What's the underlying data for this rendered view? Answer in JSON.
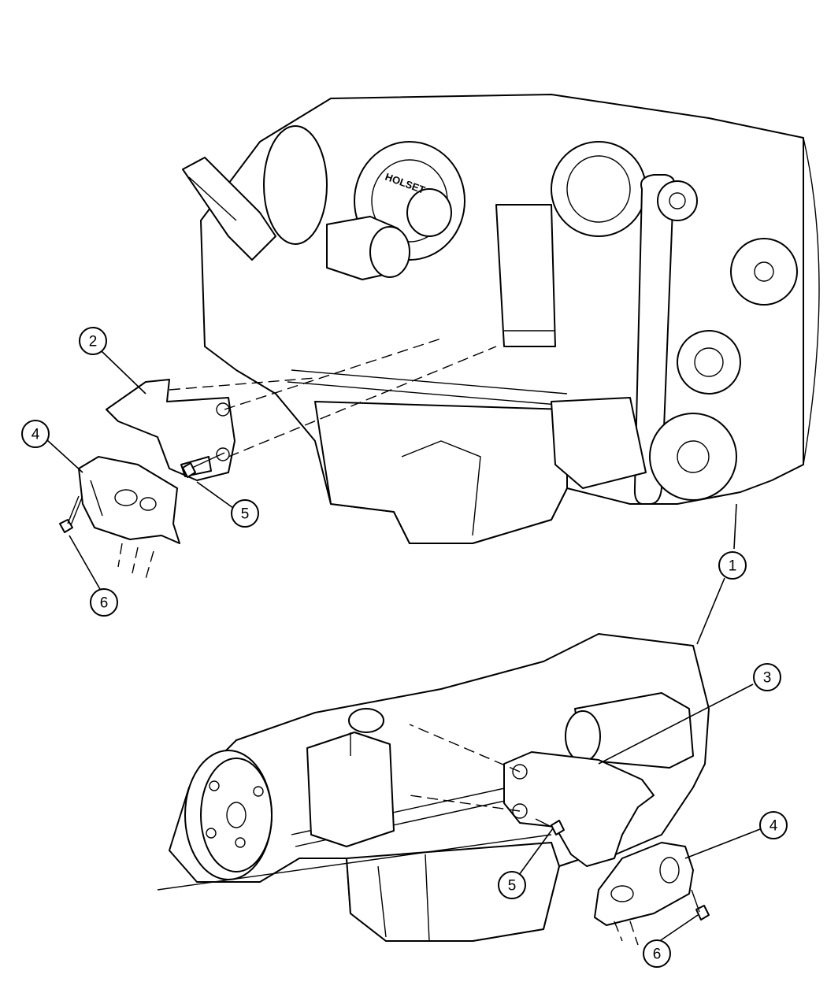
{
  "diagram": {
    "brand_text": "HOLSET",
    "callouts": [
      {
        "id": "callout-2-upper",
        "label": "2"
      },
      {
        "id": "callout-4-upper",
        "label": "4"
      },
      {
        "id": "callout-5-upper",
        "label": "5"
      },
      {
        "id": "callout-6-upper",
        "label": "6"
      },
      {
        "id": "callout-1",
        "label": "1"
      },
      {
        "id": "callout-3",
        "label": "3"
      },
      {
        "id": "callout-4-lower",
        "label": "4"
      },
      {
        "id": "callout-5-lower",
        "label": "5"
      },
      {
        "id": "callout-6-lower",
        "label": "6"
      }
    ]
  }
}
